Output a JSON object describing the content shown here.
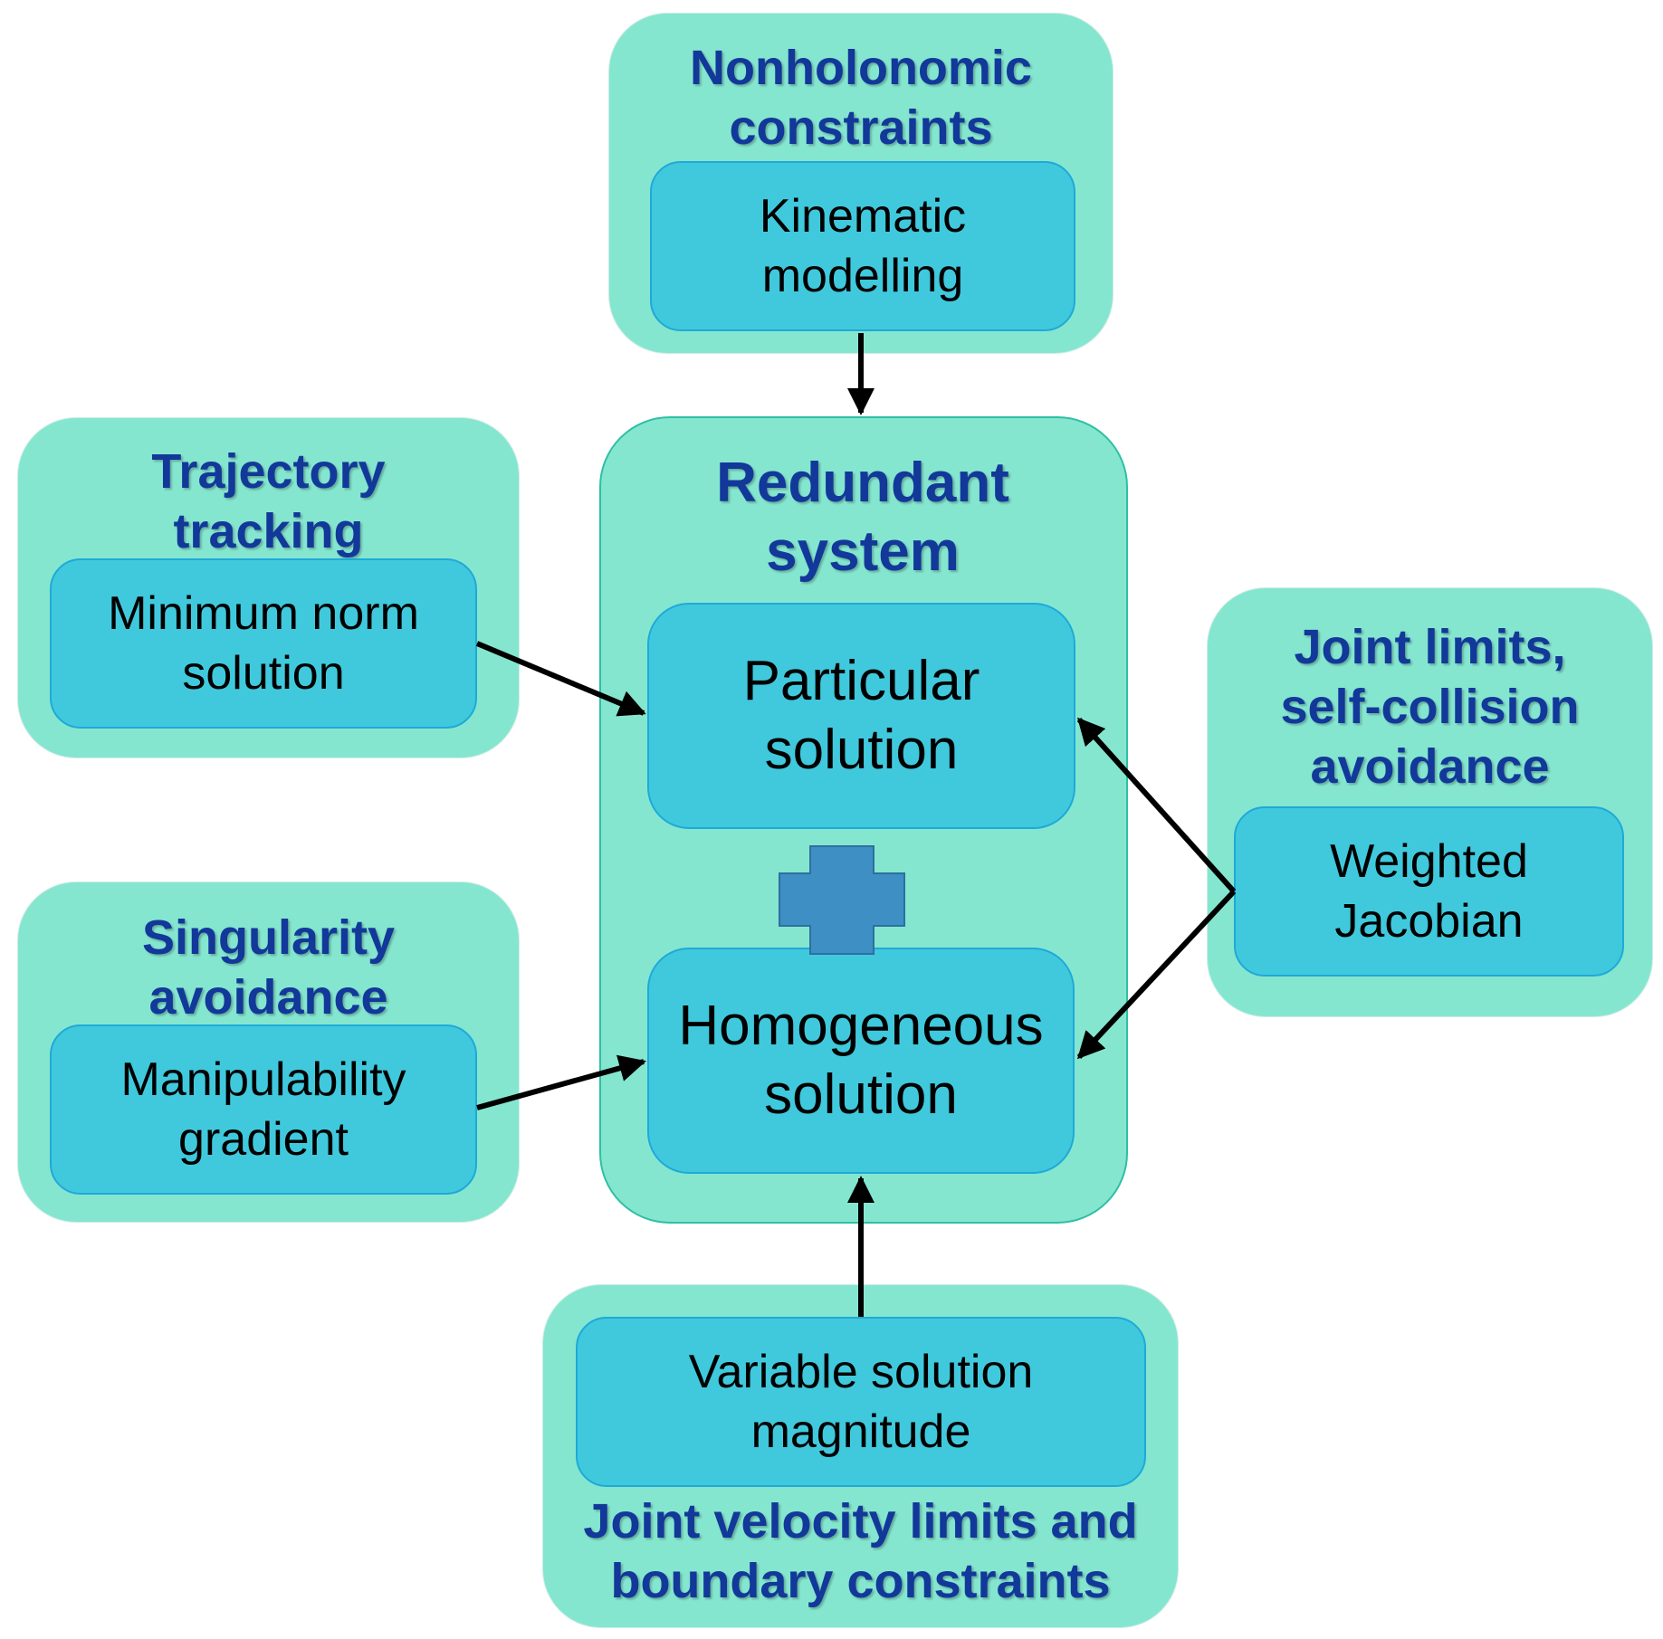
{
  "nodes": {
    "nonholonomic": {
      "title": "Nonholonomic\nconstraints",
      "method": "Kinematic\nmodelling"
    },
    "trajectory": {
      "title": "Trajectory\ntracking",
      "method": "Minimum norm\nsolution"
    },
    "singularity": {
      "title": "Singularity\navoidance",
      "method": "Manipulability\ngradient"
    },
    "joint_limits": {
      "title": "Joint limits,\nself-collision\navoidance",
      "method": "Weighted\nJacobian"
    },
    "velocity": {
      "title": "Joint velocity limits and\nboundary constraints",
      "method": "Variable solution\nmagnitude"
    },
    "redundant": {
      "title": "Redundant\nsystem",
      "particular": "Particular\nsolution",
      "homogeneous": "Homogeneous\nsolution"
    }
  },
  "colors": {
    "outer_fill": "#85e6cf",
    "inner_fill": "#40c9dd",
    "inner_border": "#1fa9d8",
    "title_text": "#12389a",
    "plus_fill": "#3d8fc4",
    "arrow": "#000000"
  },
  "icons": {
    "plus": "plus-icon"
  }
}
